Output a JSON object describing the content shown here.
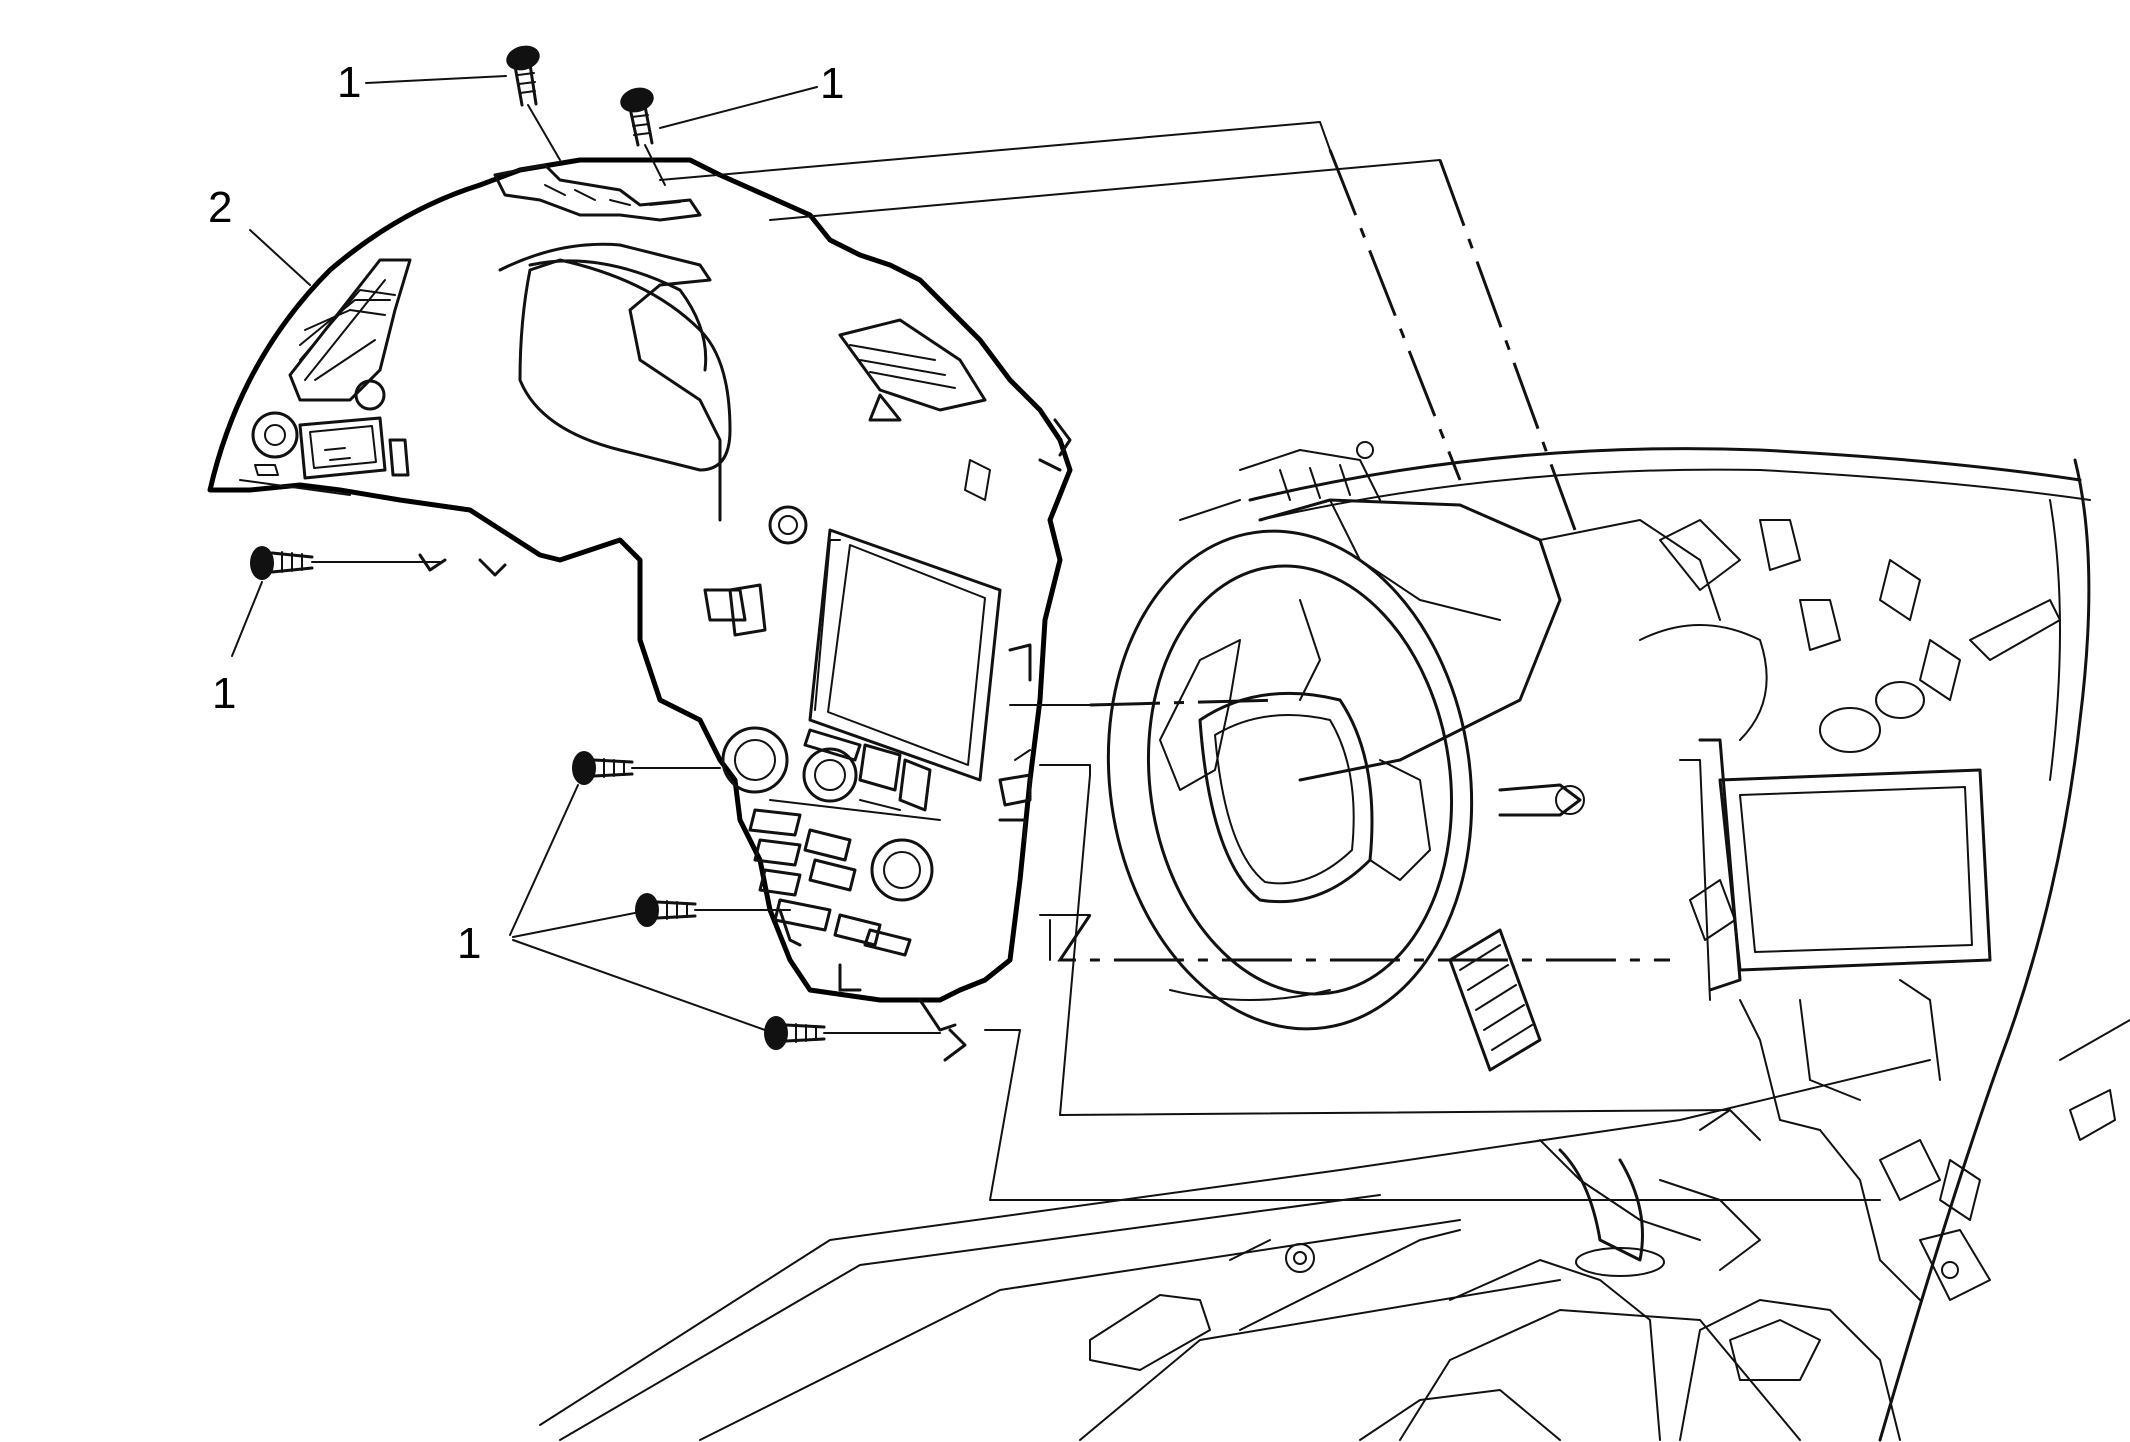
{
  "callouts": {
    "fastener_top_left": "1",
    "fastener_top_right": "1",
    "trim_plate": "2",
    "fastener_left": "1",
    "fastener_group": "1"
  }
}
